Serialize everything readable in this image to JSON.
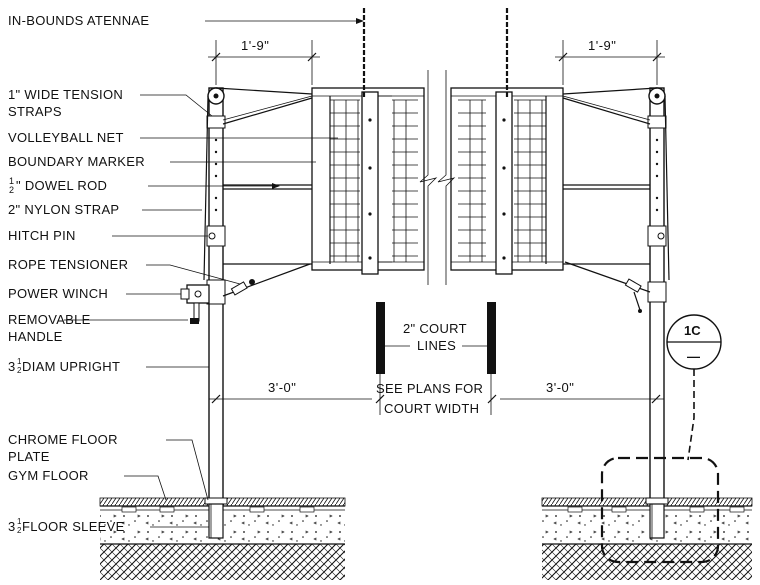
{
  "labels": {
    "antennae": "IN-BOUNDS ATENNAE",
    "tension_straps_1": "1\" WIDE TENSION",
    "tension_straps_2": "STRAPS",
    "net": "VOLLEYBALL NET",
    "boundary": "BOUNDARY MARKER",
    "dowel_frac": "1",
    "dowel_frac_den": "2",
    "dowel": "\" DOWEL ROD",
    "nylon": "2\" NYLON STRAP",
    "hitch": "HITCH PIN",
    "rope": "ROPE TENSIONER",
    "winch": "POWER WINCH",
    "handle_1": "REMOVABLE",
    "handle_2": "HANDLE",
    "upright_whole": "3",
    "upright_frac_num": "1",
    "upright_frac_den": "2",
    "upright": " DIAM UPRIGHT",
    "floor_plate_1": "CHROME FLOOR",
    "floor_plate_2": "PLATE",
    "gym_floor": "GYM FLOOR",
    "sleeve_whole": "3",
    "sleeve_frac_num": "1",
    "sleeve_frac_den": "2",
    "sleeve": " FLOOR SLEEVE",
    "court_lines_1": "2\" COURT",
    "court_lines_2": "LINES",
    "see_plans_1": "SEE PLANS FOR",
    "see_plans_2": "COURT WIDTH"
  },
  "dimensions": {
    "left_top": "1'-9\"",
    "right_top": "1'-9\"",
    "left_mid": "3'-0\"",
    "right_mid": "3'-0\""
  },
  "detail_tag": {
    "number": "1C",
    "sheet": "—"
  }
}
